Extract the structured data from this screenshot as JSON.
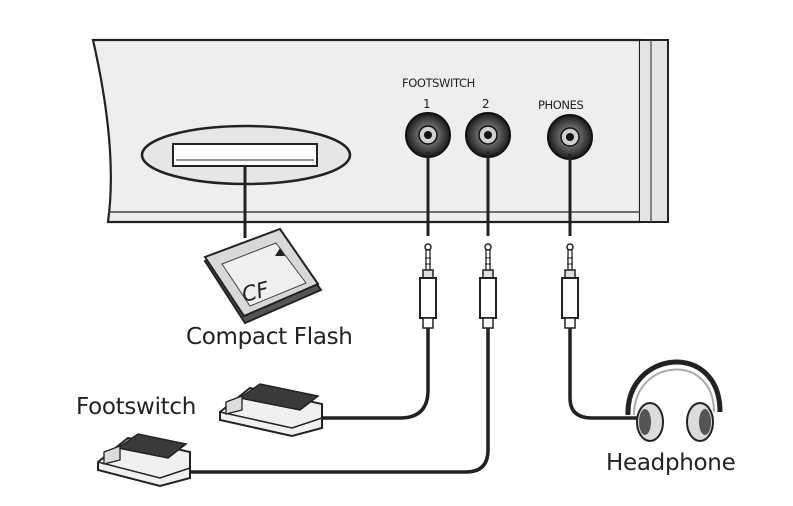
{
  "labels": {
    "footswitch_header": "FOOTSWITCH",
    "jack_1": "1",
    "jack_2": "2",
    "phones": "PHONES",
    "compact_flash": "Compact Flash",
    "card_text": "CF",
    "footswitch": "Footswitch",
    "headphone": "Headphone"
  },
  "colors": {
    "ink": "#222222",
    "panel": "#ececec",
    "jack": "#2b2b2b",
    "pedal": "#3a3a3a"
  },
  "icons": [
    "cf-card-icon",
    "footswitch-pedal-icon",
    "headphone-icon",
    "jack-plug-icon"
  ]
}
